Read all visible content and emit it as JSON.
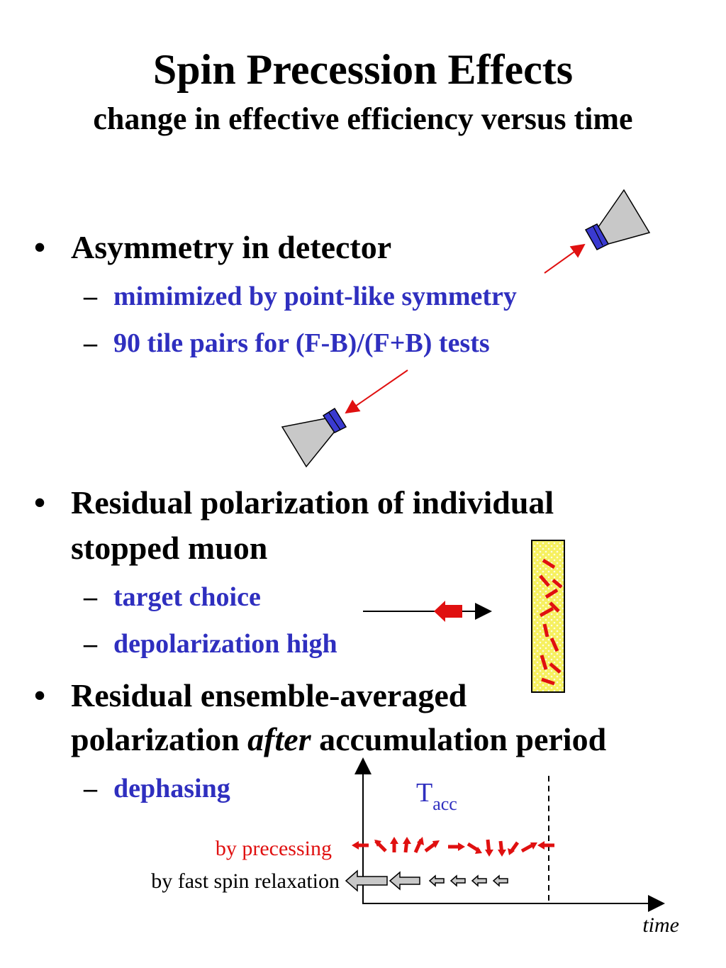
{
  "title": "Spin Precession Effects",
  "subtitle": "change in effective efficiency versus time",
  "bullets": [
    {
      "text": "Asymmetry in detector",
      "subs": [
        "mimimized by point-like symmetry",
        "90 tile pairs for (F-B)/(F+B) tests"
      ]
    },
    {
      "line1": "Residual polarization of individual",
      "line2": "stopped muon",
      "subs": [
        "target choice",
        "depolarization high"
      ]
    },
    {
      "line1": "Residual ensemble-averaged",
      "line2_a": "polarization ",
      "line2_em": "after",
      "line2_b": " accumulation period",
      "subs": [
        "dephasing"
      ]
    }
  ],
  "bullet_char": "•",
  "dash_char": "–",
  "timing": {
    "t_label": "T",
    "t_sub": "acc",
    "precessing_label": "by precessing",
    "relaxation_label": "by fast spin relaxation",
    "time_label": "time"
  },
  "colors": {
    "sub_text": "#2f2fbf",
    "accent_red": "#e01010",
    "detector_gray": "#c8c8c8",
    "detector_blue": "#3a3ad0",
    "target_yellow": "#f6f060"
  }
}
